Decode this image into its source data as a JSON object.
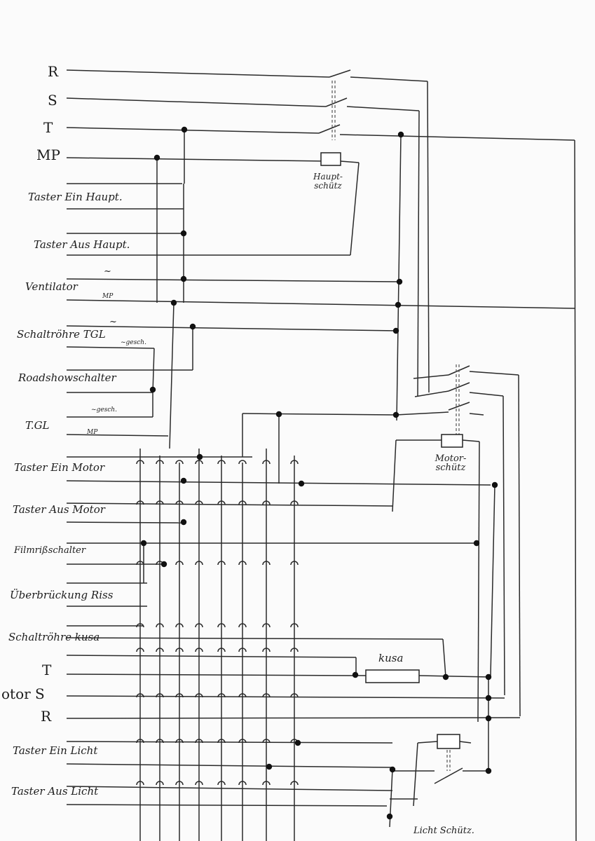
{
  "labels": {
    "r_top": "R",
    "s_top": "S",
    "t_top": "T",
    "mp": "MP",
    "taster_ein_haupt": "Taster Ein Haupt.",
    "taster_aus_haupt": "Taster Aus Haupt.",
    "ventilator": "Ventilator",
    "ventilator_sub": "MP",
    "ventilator_tilde": "~",
    "schaltroehre_tgl": "Schaltröhre TGL",
    "schaltroehre_tgl_suffix": "~gesch.",
    "schaltroehre_tgl_tilde": "~",
    "roadshowschalter": "Roadshowschalter",
    "gesch": "~gesch.",
    "tgl": "T.GL",
    "tgl_sub": "MP",
    "taster_ein_motor": "Taster Ein Motor",
    "taster_aus_motor": "Taster Aus Motor",
    "filmrissschalter": "Filmrißschalter",
    "ueberbrueckung_riss": "Überbrückung Riss",
    "schaltroehre_kusa": "Schaltröhre kusa",
    "t_motor": "T",
    "motor_s": "otor  S",
    "r_motor": "R",
    "taster_ein_licht": "Taster Ein Licht",
    "taster_aus_licht": "Taster Aus Licht"
  },
  "components": {
    "hauptschuetz_line1": "Haupt-",
    "hauptschuetz_line2": "schütz",
    "motorschuetz_line1": "Motor-",
    "motorschuetz_line2": "schütz",
    "kusa": "kusa",
    "lichtschuetz": "Licht Schütz."
  },
  "colors": {
    "ink": "#2a2a2a",
    "paper": "#fbfbfb"
  }
}
